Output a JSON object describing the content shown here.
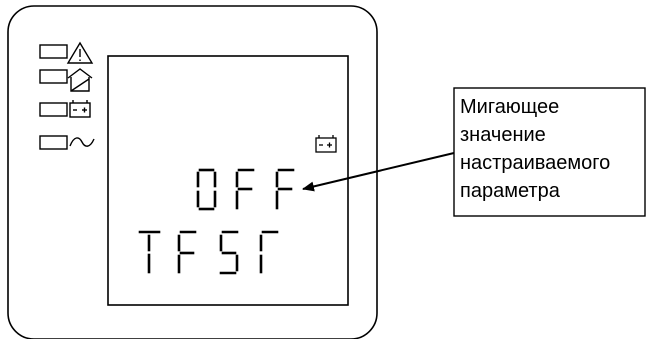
{
  "callout": {
    "lines": [
      "Мигающее",
      "значение",
      "настраиваемого",
      "параметра"
    ]
  },
  "display": {
    "value_text": "0FF",
    "parameter_text": "TFSΓ"
  },
  "indicators": [
    {
      "icon": "warning-icon"
    },
    {
      "icon": "bypass-house-icon"
    },
    {
      "icon": "battery-icon"
    },
    {
      "icon": "ac-wave-icon"
    }
  ],
  "colors": {
    "stroke": "#000000",
    "background": "#ffffff"
  }
}
